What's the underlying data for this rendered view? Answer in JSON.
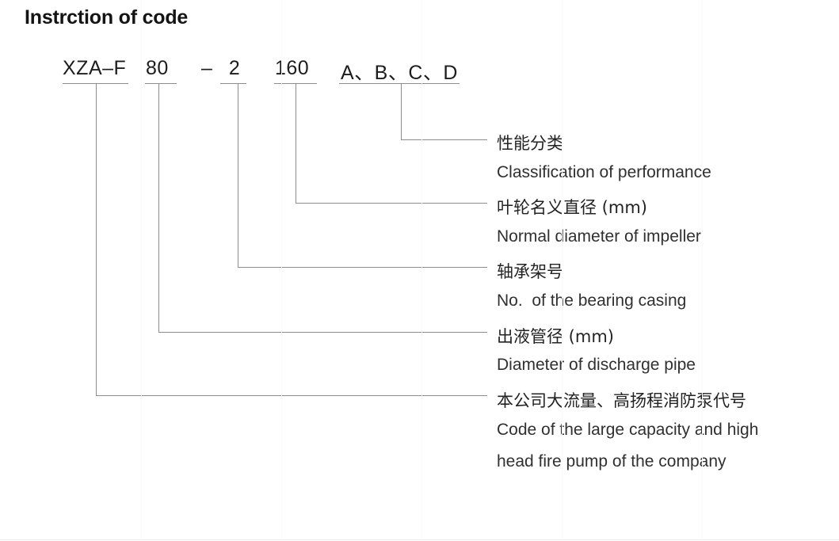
{
  "title": "Instrction of code",
  "code": {
    "segments": [
      {
        "text": "XZA–F",
        "meaning_cn": "本公司大流量、高扬程消防泵代号"
      },
      {
        "text": "80",
        "meaning_cn": "出液管径 (mm)"
      },
      {
        "text": "– 2",
        "meaning_cn": "轴承架号"
      },
      {
        "text": "160",
        "meaning_cn": "叶轮名义直径 (mm)"
      },
      {
        "text": "A、B、C、D",
        "meaning_cn": "性能分类"
      }
    ]
  },
  "descriptions": [
    {
      "cn": "性能分类",
      "en": "Classification of performance"
    },
    {
      "cn": "叶轮名义直径 (mm)",
      "en": "Normal diameter of impeller"
    },
    {
      "cn": "轴承架号",
      "en": "No.  of the bearing casing"
    },
    {
      "cn": "出液管径 (mm)",
      "en": "Diameter of discharge pipe"
    },
    {
      "cn": "本公司大流量、高扬程消防泵代号",
      "en": "Code of the large capacity and high",
      "en_cont": "head fire pump of the company"
    }
  ],
  "text_lines": [
    "性能分类",
    "Classification of performance",
    "叶轮名义直径 (mm)",
    "Normal diameter of impeller",
    "轴承架号",
    "No.  of the bearing casing",
    "出液管径 (mm)",
    "Diameter of discharge pipe",
    "本公司大流量、高扬程消防泵代号",
    "Code of the large capacity and high",
    "head fire pump of the company"
  ],
  "colors": {
    "line": "#8d8d8d",
    "title_text": "#141414",
    "code_text": "#1d1d1d",
    "desc_text": "#2b2b2b",
    "background": "#ffffff"
  }
}
